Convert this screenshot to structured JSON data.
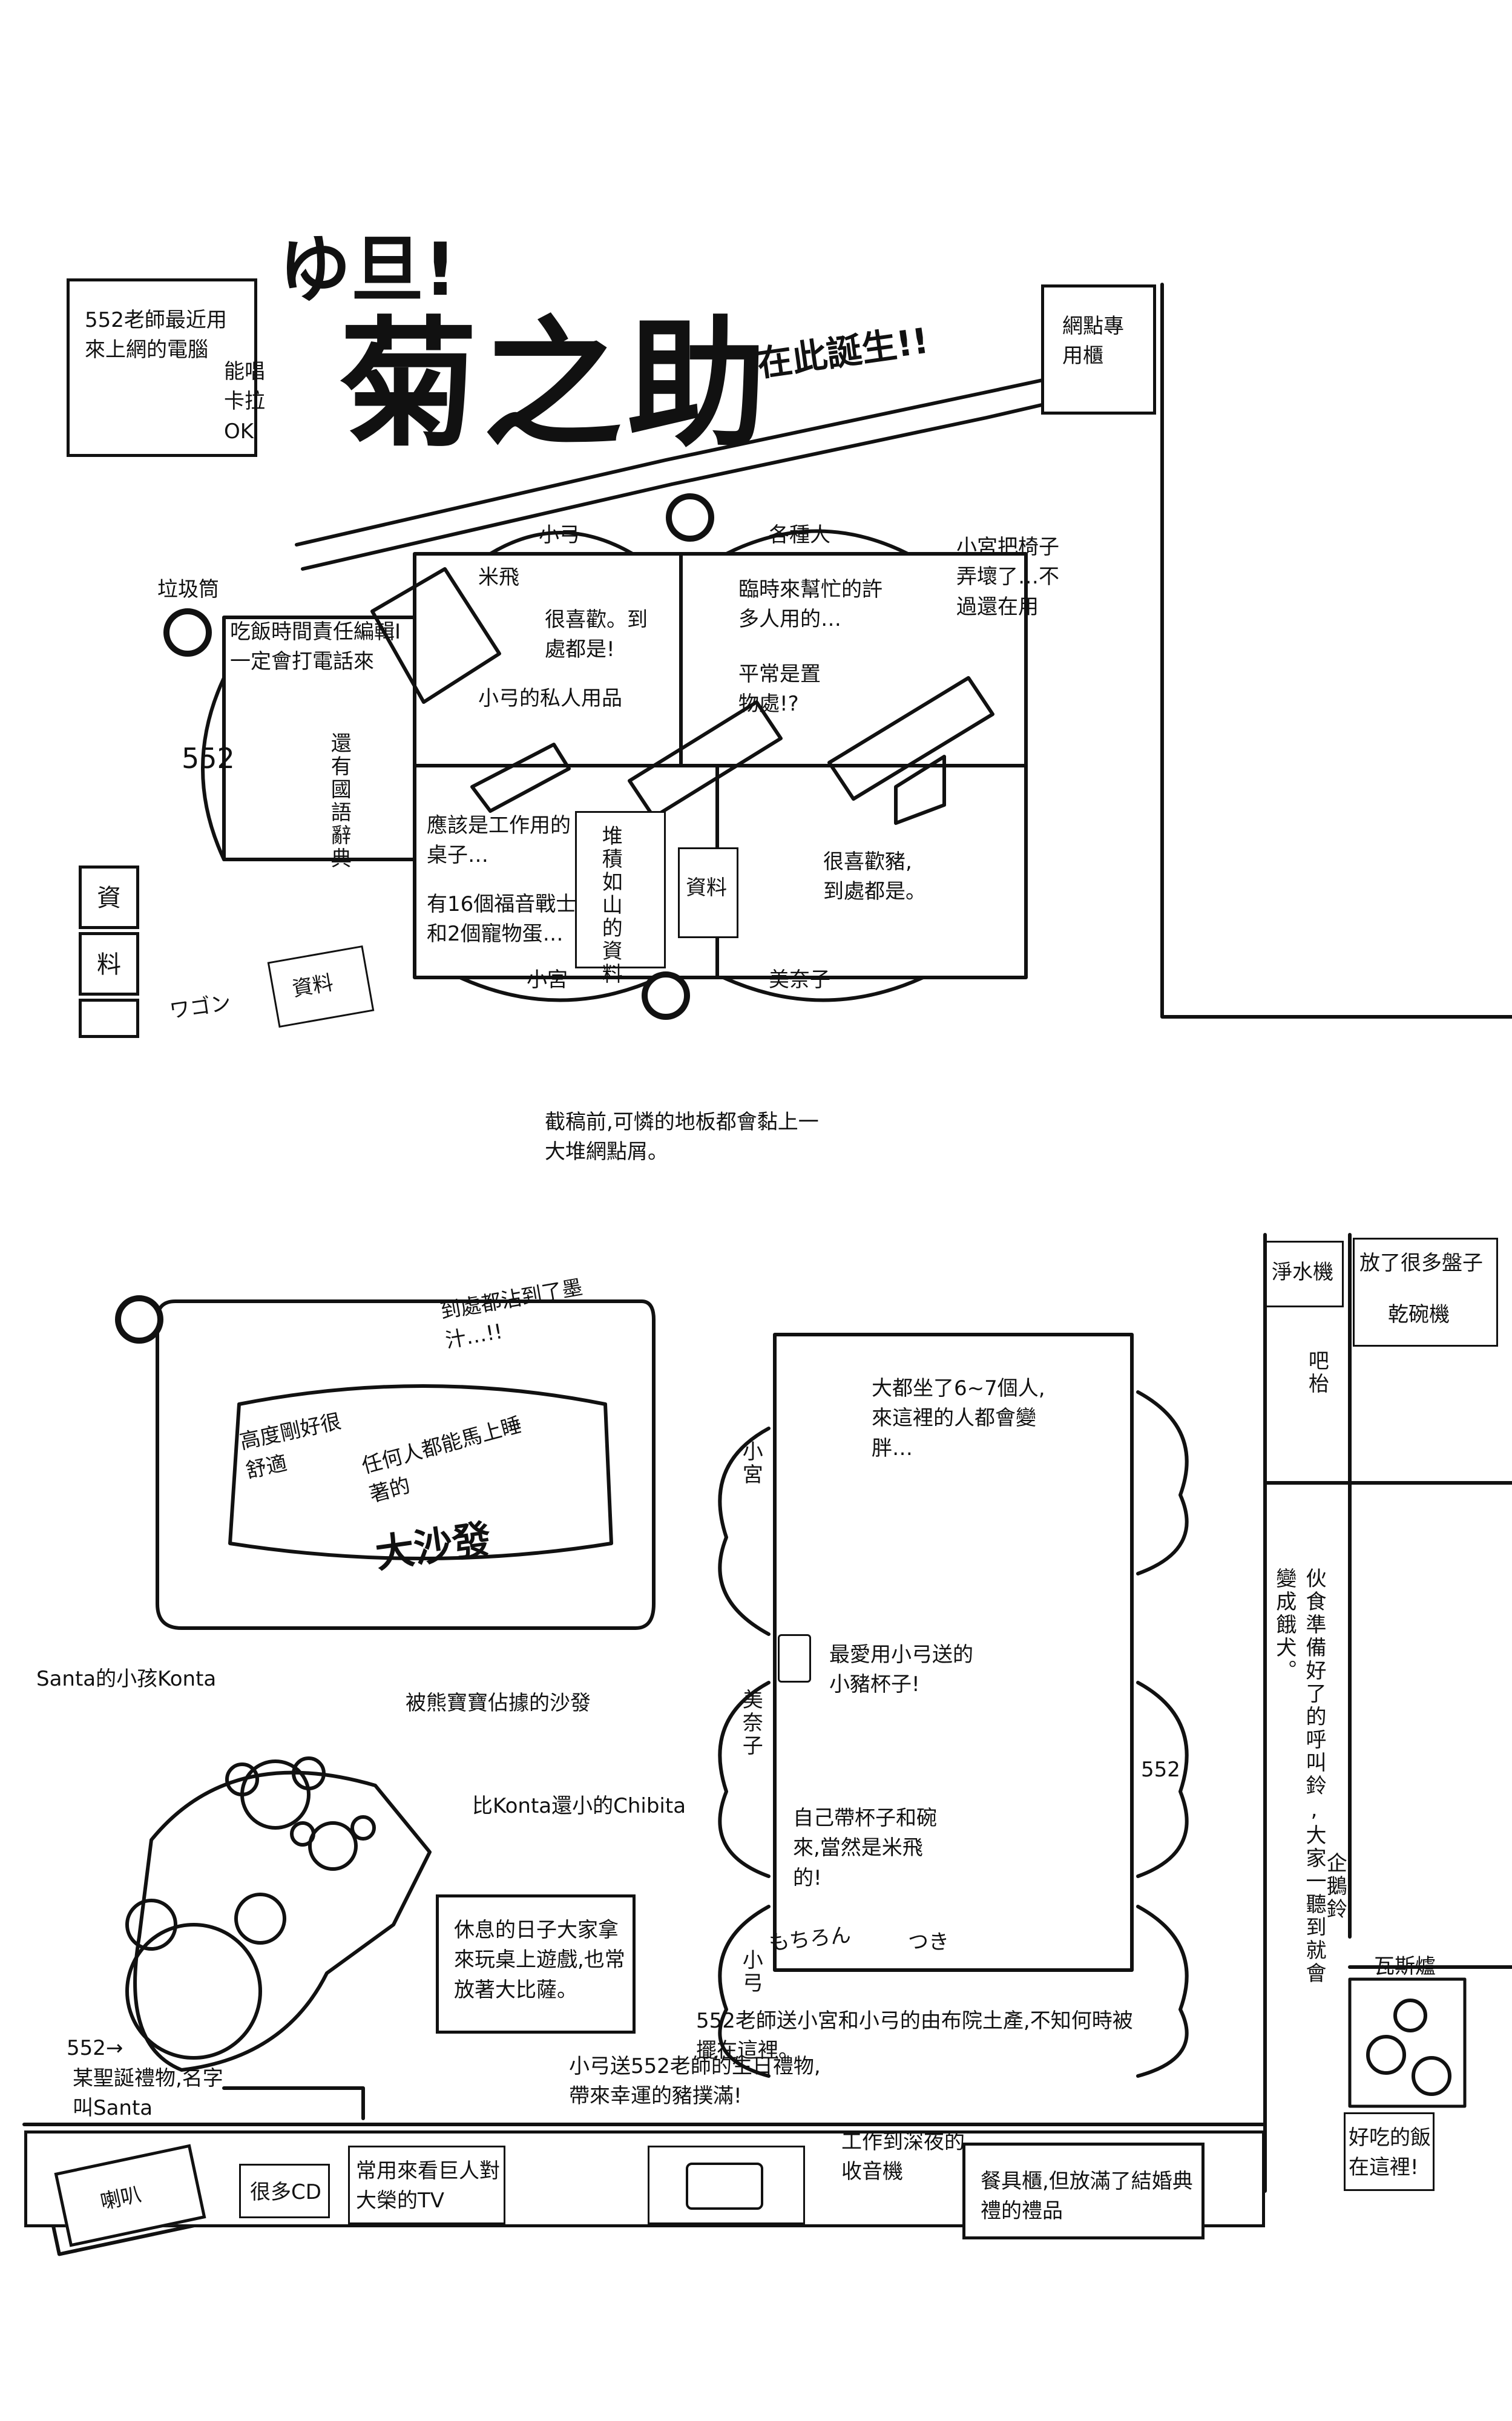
{
  "top_room": {
    "title_small": "ゆ旦!",
    "title_main": "菊之助",
    "title_sub": "在此誕生!!",
    "pc_note": "552老師最近用來上網的電腦",
    "karaoke": "能唱卡拉OK",
    "net_cabinet": "網點專用櫃",
    "trash": "垃圾筒",
    "editor_note": "吃飯時間責任編輯I一定會打電話來",
    "dictionary": "還有國語辭典",
    "seat_552": "552",
    "label_xiaogong_top": "小弓",
    "label_various": "各種人",
    "chair_note": "小宮把椅子弄壞了…不過還在用",
    "mifei": "米飛",
    "mifei_note": "很喜歡。到處都是!",
    "temp_help": "臨時來幫忙的許多人用的…",
    "usually": "平常是置物處!?",
    "personal_items": "小弓的私人用品",
    "work_desk": "應該是工作用的桌子…",
    "figures": "有16個福音戰士和2個寵物蛋…",
    "pile": "堆積如山的資料",
    "pig_note": "很喜歡豬,到處都是。",
    "label_xiaogong_bottom": "小宮",
    "label_minako": "美奈子",
    "data1": "資",
    "data2": "料",
    "data_stamp": "資料",
    "wagon": "ワゴン",
    "floor_note": "截稿前,可憐的地板都會黏上一大堆網點屑。"
  },
  "bottom_room": {
    "ink_note": "到處都沾到了墨汁…!!",
    "sofa_height": "高度剛好很舒適",
    "sofa_sleep": "任何人都能馬上睡著的",
    "sofa_label": "大沙發",
    "table_note": "大都坐了6~7個人,來這裡的人都會變胖…",
    "cup_note": "最愛用小弓送的小豬杯子!",
    "own_cup": "自己帶杯子和碗來,當然是米飛的!",
    "mochiron": "もちろん",
    "tsuki": "つき",
    "chair_xiaogong": "小宮",
    "chair_minako": "美奈子",
    "chair_xiaogong2": "小弓",
    "chair_552": "552",
    "chair_mi": "",
    "water": "淨水機",
    "plates": "放了很多盤子",
    "dryer": "乾碗機",
    "bar": "吧枱",
    "bell_note": "伙食準備好了的呼叫鈴,大家一聽到就會變成餓犬。",
    "penguin_bell": "企鵝鈴",
    "stove": "瓦斯爐",
    "rice": "好吃的飯在這裡!",
    "konta": "Santa的小孩Konta",
    "bear_occupied": "被熊寶寶佔據的沙發",
    "chibita": "比Konta還小的Chibita",
    "santa_gift": "某聖誕禮物,名字叫Santa",
    "arrow_552": "552→",
    "rest_note": "休息的日子大家拿來玩桌上遊戲,也常放著大比薩。",
    "yufuin": "552老師送小宮和小弓的由布院土產,不知何時被擺在這裡。",
    "birthday": "小弓送552老師的生日禮物,帶來幸運的豬撲滿!",
    "speaker": "喇叭",
    "cds": "很多CD",
    "tv": "常用來看巨人對大榮的TV",
    "radio": "工作到深夜的收音機",
    "cupboard": "餐具櫃,但放滿了結婚典禮的禮品"
  }
}
